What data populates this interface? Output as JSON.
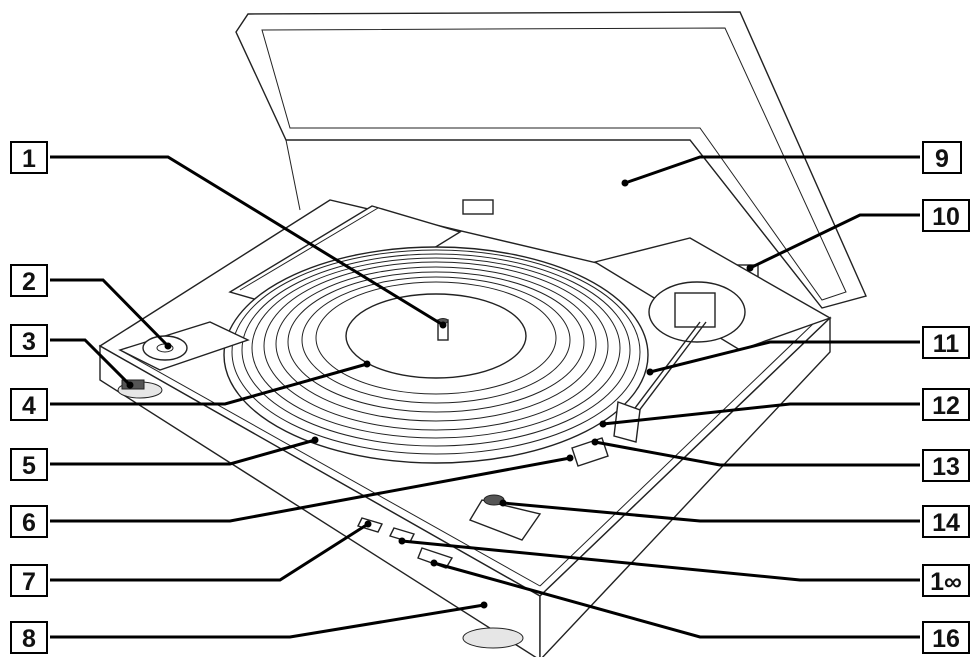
{
  "labels": [
    "1",
    "2",
    "3",
    "4",
    "5",
    "6",
    "7",
    "8",
    "9",
    "10",
    "11",
    "12",
    "13",
    "14",
    "1∞",
    "16"
  ]
}
